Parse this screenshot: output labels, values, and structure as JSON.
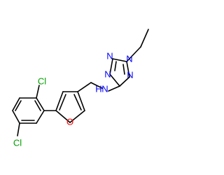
{
  "molecule": {
    "atoms": {
      "n_top_left": {
        "label": "N",
        "color": "#0000FF"
      },
      "n_top_right": {
        "label": "N",
        "color": "#0000FF"
      },
      "n_bottom_right": {
        "label": "N",
        "color": "#0000FF"
      },
      "n_bottom_left": {
        "label": "N",
        "color": "#0000FF"
      },
      "n_amine": {
        "label": "N",
        "color": "#0000FF"
      },
      "h_amine": {
        "label": "H",
        "color": "#0000FF"
      },
      "o_furan": {
        "label": "O",
        "color": "#FF0000"
      },
      "cl_top": {
        "label": "Cl",
        "color": "#00A000"
      },
      "cl_bottom": {
        "label": "Cl",
        "color": "#00A000"
      }
    },
    "bond_color": "#000000"
  }
}
